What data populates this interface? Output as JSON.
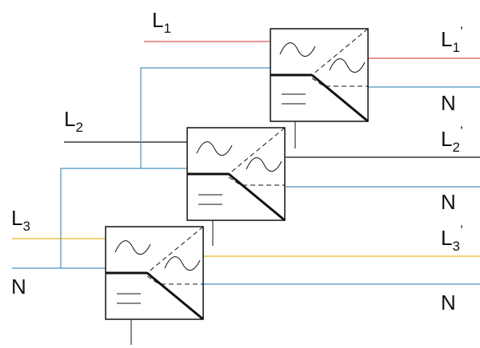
{
  "colors": {
    "phase_1": "#d9534f",
    "phase_3": "#e8b923",
    "neutral": "#4a90c2",
    "line": "#111111"
  },
  "labels": {
    "l1_in": {
      "main": "L",
      "sub": "1"
    },
    "l2_in": {
      "main": "L",
      "sub": "2"
    },
    "l3_in": {
      "main": "L",
      "sub": "3"
    },
    "n_in": "N",
    "l1_out": {
      "main": "L",
      "sub": "1",
      "sup": "’"
    },
    "l2_out": {
      "main": "L",
      "sub": "2",
      "sup": "’"
    },
    "l3_out": {
      "main": "L",
      "sub": "3",
      "sup": "’"
    },
    "n_out_1": "N",
    "n_out_2": "N",
    "n_out_3": "N"
  },
  "symbols": {
    "ac_icon": "sine-wave",
    "dc_icon": "double-bar"
  }
}
